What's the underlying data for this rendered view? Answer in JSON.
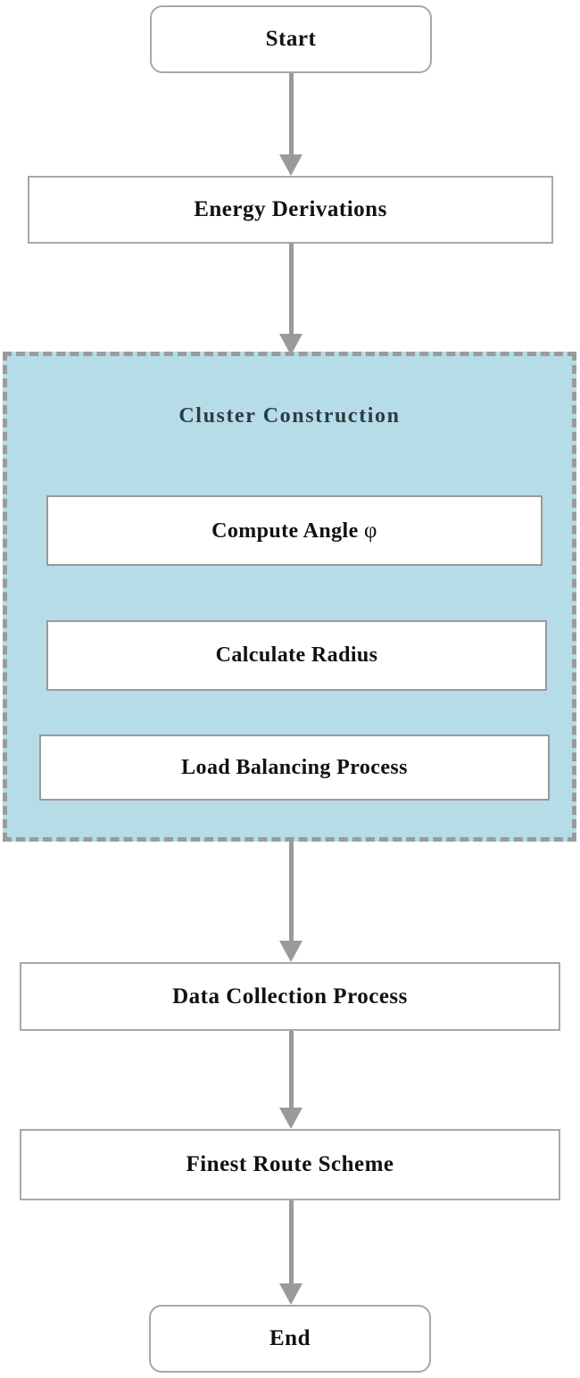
{
  "diagram": {
    "title": "Cluster Construction Flowchart",
    "colors": {
      "group_fill": "#b6dce7",
      "group_border": "#9b9b9b",
      "box_border": "#a8a8a8",
      "arrow": "#9a9a9a",
      "text": "#111111",
      "group_title_text": "#2c3c44"
    },
    "nodes": {
      "start": {
        "label": "Start",
        "shape": "terminator"
      },
      "energy_derivations": {
        "label": "Energy Derivations",
        "shape": "process"
      },
      "data_collection": {
        "label": "Data Collection Process",
        "shape": "process"
      },
      "finest_route": {
        "label": "Finest Route Scheme",
        "shape": "process"
      },
      "end": {
        "label": "End",
        "shape": "terminator"
      }
    },
    "group": {
      "title": "Cluster Construction",
      "steps": [
        {
          "label": "Compute Angle ",
          "symbol": "φ"
        },
        {
          "label": "Calculate Radius",
          "symbol": ""
        },
        {
          "label": "Load Balancing Process",
          "symbol": ""
        }
      ]
    },
    "edges": [
      {
        "from": "Start",
        "to": "Energy Derivations"
      },
      {
        "from": "Energy Derivations",
        "to": "Cluster Construction"
      },
      {
        "from": "Cluster Construction",
        "to": "Data Collection Process"
      },
      {
        "from": "Data Collection Process",
        "to": "Finest Route Scheme"
      },
      {
        "from": "Finest Route Scheme",
        "to": "End"
      }
    ]
  }
}
